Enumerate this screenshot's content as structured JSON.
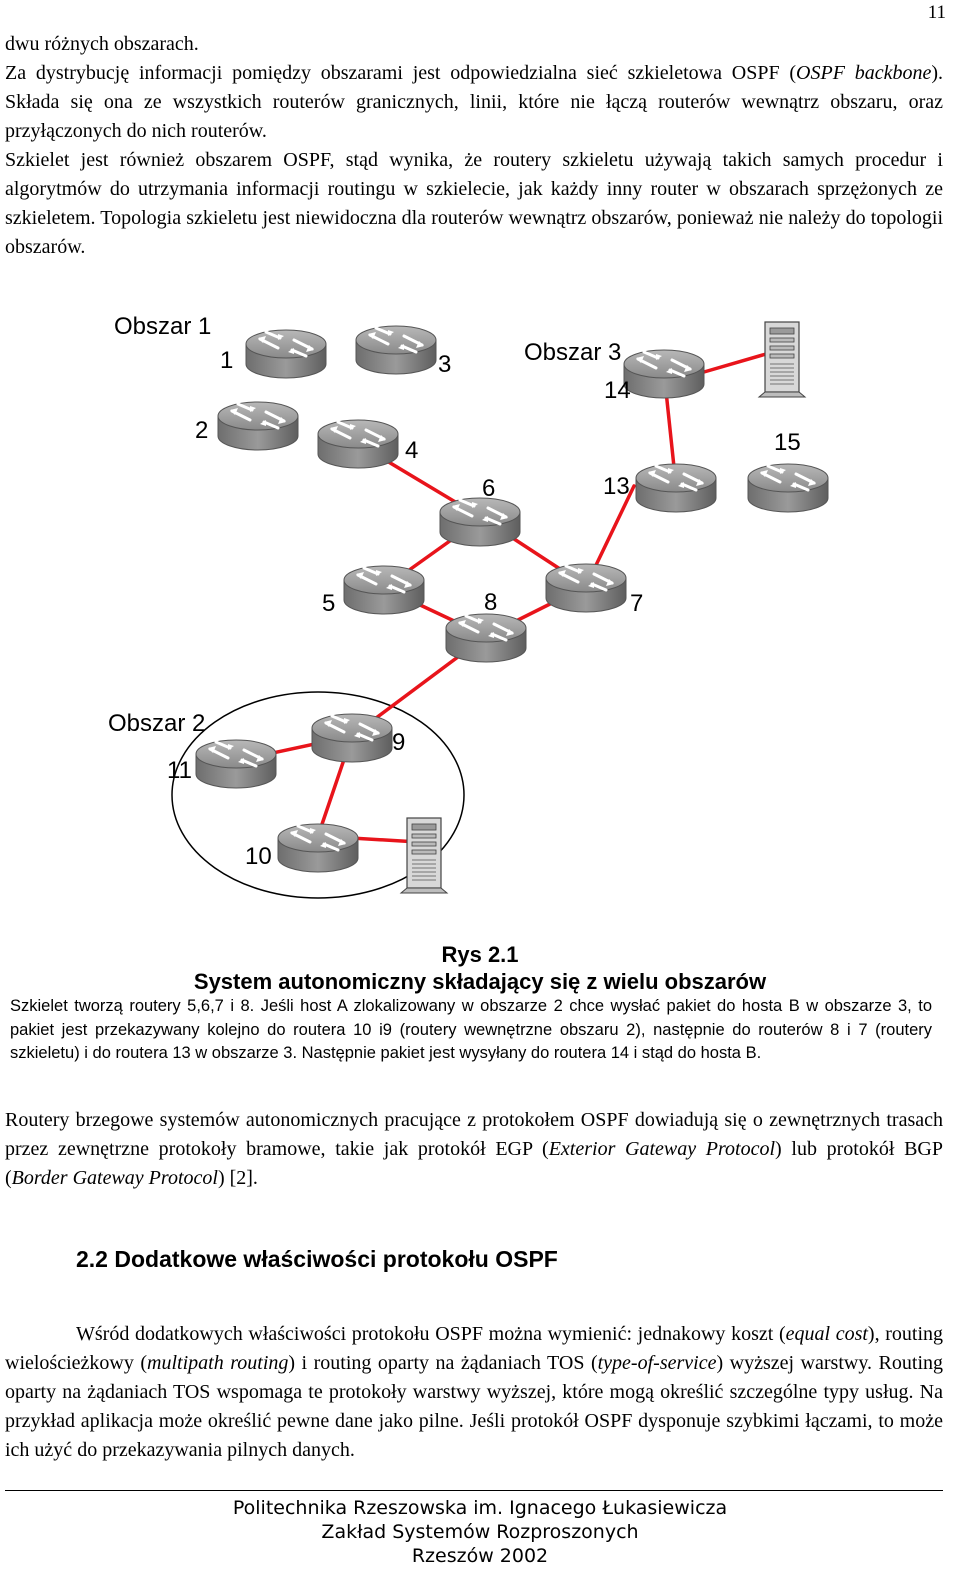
{
  "page_number": "11",
  "paragraphs": {
    "p1": "dwu różnych obszarach.",
    "p2_a": "Za dystrybucję informacji pomiędzy obszarami jest odpowiedzialna sieć szkieletowa OSPF (",
    "p2_italic": "OSPF backbone",
    "p2_b": "). Składa się ona ze wszystkich routerów granicznych, linii, które nie łączą routerów wewnątrz obszaru, oraz przyłączonych do nich routerów.",
    "p3": "Szkielet jest również obszarem OSPF, stąd wynika, że routery szkieletu używają takich samych procedur i algorytmów do utrzymania informacji routingu w szkielecie, jak każdy inny router w obszarach sprzężonych ze szkieletem. Topologia szkieletu jest niewidoczna dla routerów wewnątrz obszarów, ponieważ nie należy do topologii obszarów."
  },
  "diagram": {
    "areas": {
      "area1": "Obszar 1",
      "area2": "Obszar 2",
      "area3": "Obszar 3"
    },
    "router_labels": {
      "r1": "1",
      "r2": "2",
      "r3": "3",
      "r4": "4",
      "r5": "5",
      "r6": "6",
      "r7": "7",
      "r8": "8",
      "r9": "9",
      "r10": "10",
      "r11": "11",
      "r13": "13",
      "r14": "14",
      "r15": "15"
    },
    "link_color": "#e8141b",
    "router_color": "#8c8c8c"
  },
  "caption": {
    "title": "Rys 2.1",
    "subtitle": "System autonomiczny składający się z wielu obszarów",
    "description": "Szkielet tworzą routery 5,6,7 i 8. Jeśli host A zlokalizowany w obszarze 2 chce wysłać pakiet do hosta B w obszarze 3, to pakiet jest przekazywany kolejno do routera 10 i9 (routery wewnętrzne obszaru 2), następnie do routerów 8 i 7 (routery szkieletu) i do routera 13 w obszarze 3. Następnie pakiet jest wysyłany do routera 14 i stąd do hosta B."
  },
  "bgp_paragraph": {
    "a": "Routery brzegowe systemów autonomicznych pracujące z protokołem OSPF dowiadują się o zewnętrznych trasach przez zewnętrzne protokoły bramowe, takie jak protokół EGP (",
    "egp_italic": "Exterior Gateway Protocol",
    "b": ") lub protokół BGP (",
    "bgp_italic": "Border Gateway Protocol",
    "c": ") [2]."
  },
  "section": {
    "heading": "2.2 Dodatkowe właściwości protokołu OSPF"
  },
  "extra_paragraph": {
    "a": "Wśród dodatkowych właściwości protokołu OSPF można wymienić: jednakowy koszt (",
    "equal_cost": "equal cost",
    "b": "), routing wielościeżkowy (",
    "multipath": "multipath routing",
    "c": ") i routing oparty na żądaniach TOS (",
    "tos": "type-of-service",
    "d": ") wyższej warstwy. Routing oparty na żądaniach TOS wspomaga te protokoły warstwy wyższej, które mogą określić szczególne typy usług. Na przykład aplikacja może określić pewne dane jako pilne. Jeśli protokół OSPF dysponuje szybkimi łączami, to może ich użyć do przekazywania pilnych danych."
  },
  "footer": {
    "line1": "Politechnika Rzeszowska im. Ignacego Łukasiewicza",
    "line2": "Zakład Systemów Rozproszonych",
    "line3": "Rzeszów 2002"
  }
}
